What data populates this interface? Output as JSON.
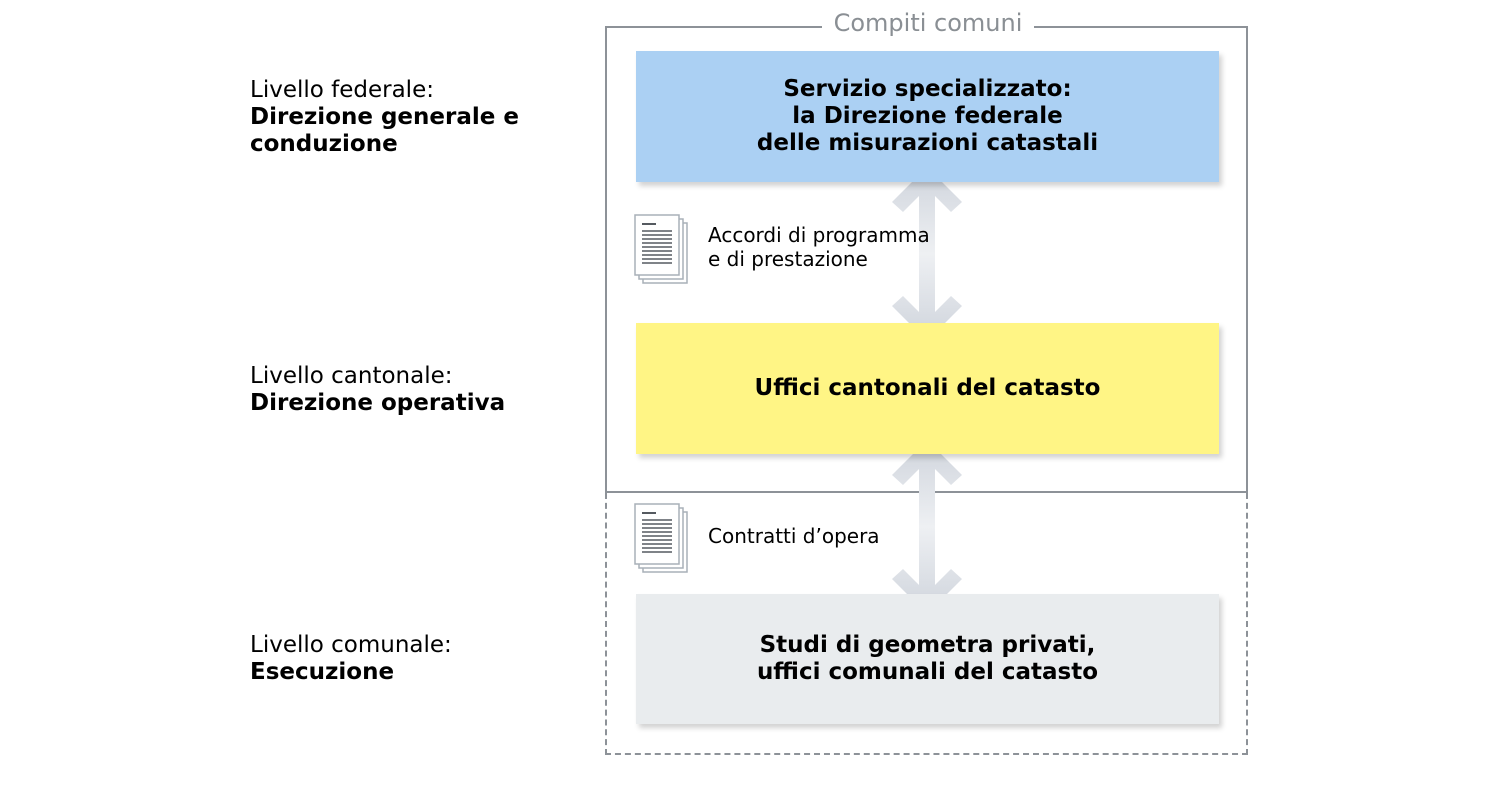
{
  "levels": [
    {
      "name": "Livello federale:",
      "role_lines": [
        "Direzione generale e",
        "conduzione"
      ]
    },
    {
      "name": "Livello cantonale:",
      "role_lines": [
        "Direzione operativa"
      ]
    },
    {
      "name": "Livello comunale:",
      "role_lines": [
        "Esecuzione"
      ]
    }
  ],
  "frame": {
    "title": "Compiti comuni"
  },
  "boxes": [
    {
      "lines": [
        "Servizio specializzato:",
        "la Direzione federale",
        "delle misurazioni catastali"
      ],
      "color": "#abd0f3"
    },
    {
      "lines": [
        "Uffici cantonali del catasto"
      ],
      "color": "#fff585"
    },
    {
      "lines": [
        "Studi di geometra privati,",
        "uffici comunali del catasto"
      ],
      "color": "#e9ecee"
    }
  ],
  "agreements": [
    {
      "lines": [
        "Accordi di programma",
        "e di prestazione"
      ],
      "icon": "document-stack-icon"
    },
    {
      "lines": [
        "Contratti d’opera"
      ],
      "icon": "document-stack-icon"
    }
  ],
  "colors": {
    "frame_border": "#8d9298",
    "frame_title": "#8a8f94",
    "arrow_light": "#eef0f3",
    "arrow_dark": "#cfd4dc",
    "text": "#000000"
  }
}
